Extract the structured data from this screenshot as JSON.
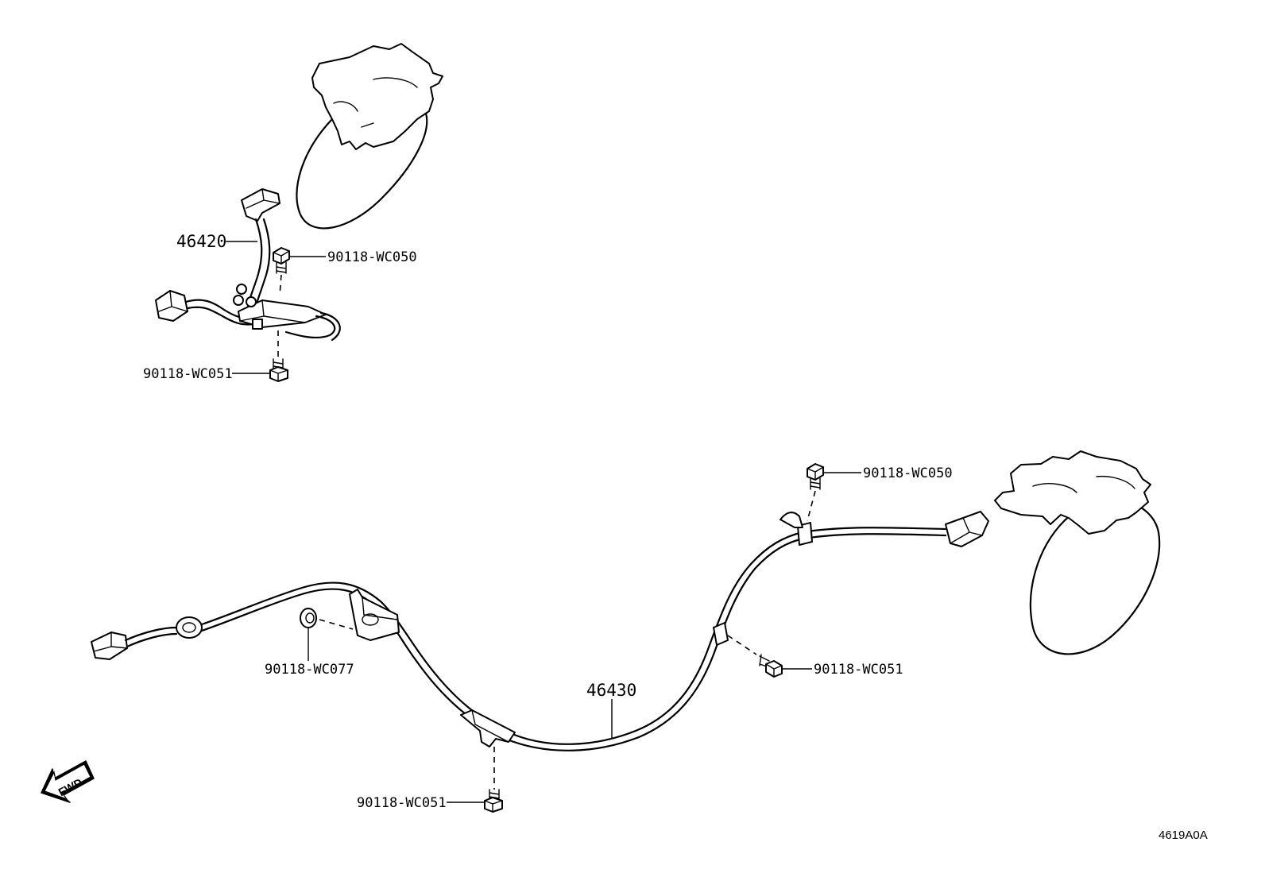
{
  "callouts": {
    "upper_sensor": "46420",
    "upper_bolt_top": "90118-WC050",
    "upper_bolt_bottom": "90118-WC051",
    "lower_sensor": "46430",
    "lower_bolt_top_right": "90118-WC050",
    "lower_bolt_mid_right": "90118-WC051",
    "lower_grommet": "90118-WC077",
    "lower_bolt_bottom": "90118-WC051"
  },
  "direction_arrow": "FWD",
  "reference_code": "4619A0A"
}
